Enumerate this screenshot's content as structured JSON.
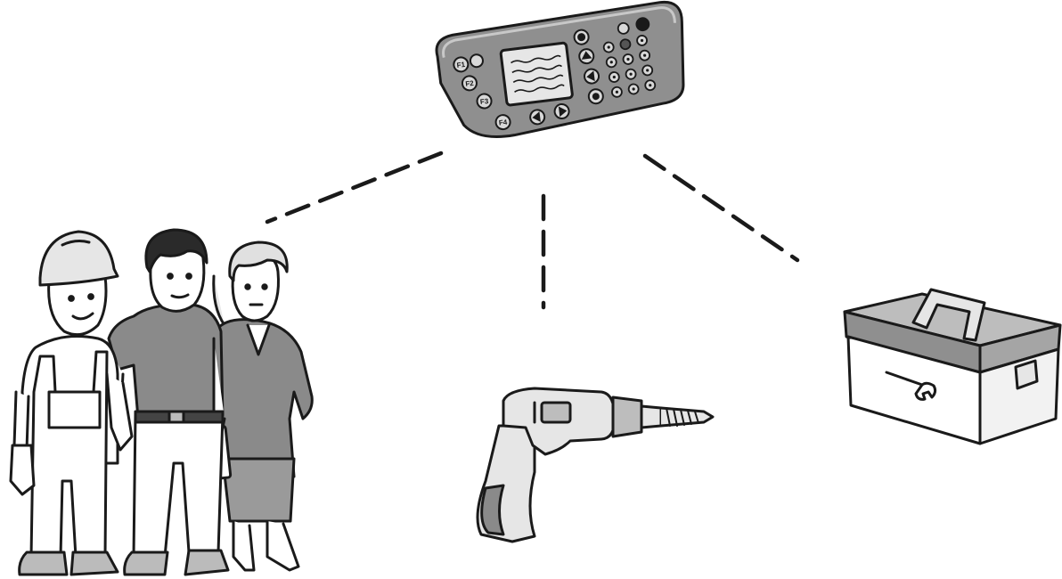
{
  "scene": {
    "terminal": {
      "keys": [
        "F1",
        "F2",
        "F3",
        "F4"
      ],
      "screen_lines": 4
    },
    "people": [
      "worker-hardhat",
      "worker-tshirt",
      "businesswoman"
    ],
    "tools": [
      "drill",
      "toolbox"
    ],
    "connectors": [
      {
        "to": "people",
        "style": "dashed"
      },
      {
        "to": "drill",
        "style": "dashed"
      },
      {
        "to": "toolbox",
        "style": "dashed"
      }
    ],
    "colors": {
      "ink": "#1a1a1a",
      "panel": "#8f8f8f",
      "panel_light": "#bdbdbd",
      "screen": "#e6e6e6",
      "shirt": "#8a8a8a",
      "metal": "#c4c4c4",
      "skin": "#ffffff"
    }
  }
}
